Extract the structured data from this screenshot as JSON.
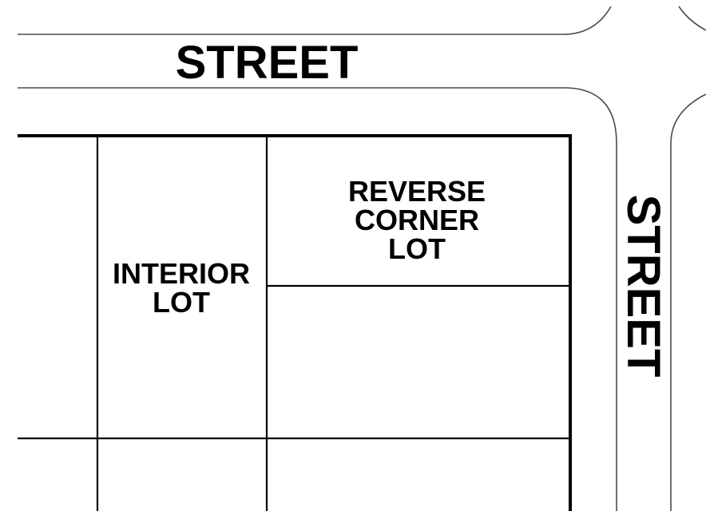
{
  "streets": {
    "horizontal_label": "STREET",
    "vertical_label": "STREET"
  },
  "lots": {
    "interior": {
      "line1": "INTERIOR",
      "line2": "LOT"
    },
    "reverse_corner": {
      "line1": "REVERSE",
      "line2": "CORNER",
      "line3": "LOT"
    }
  }
}
